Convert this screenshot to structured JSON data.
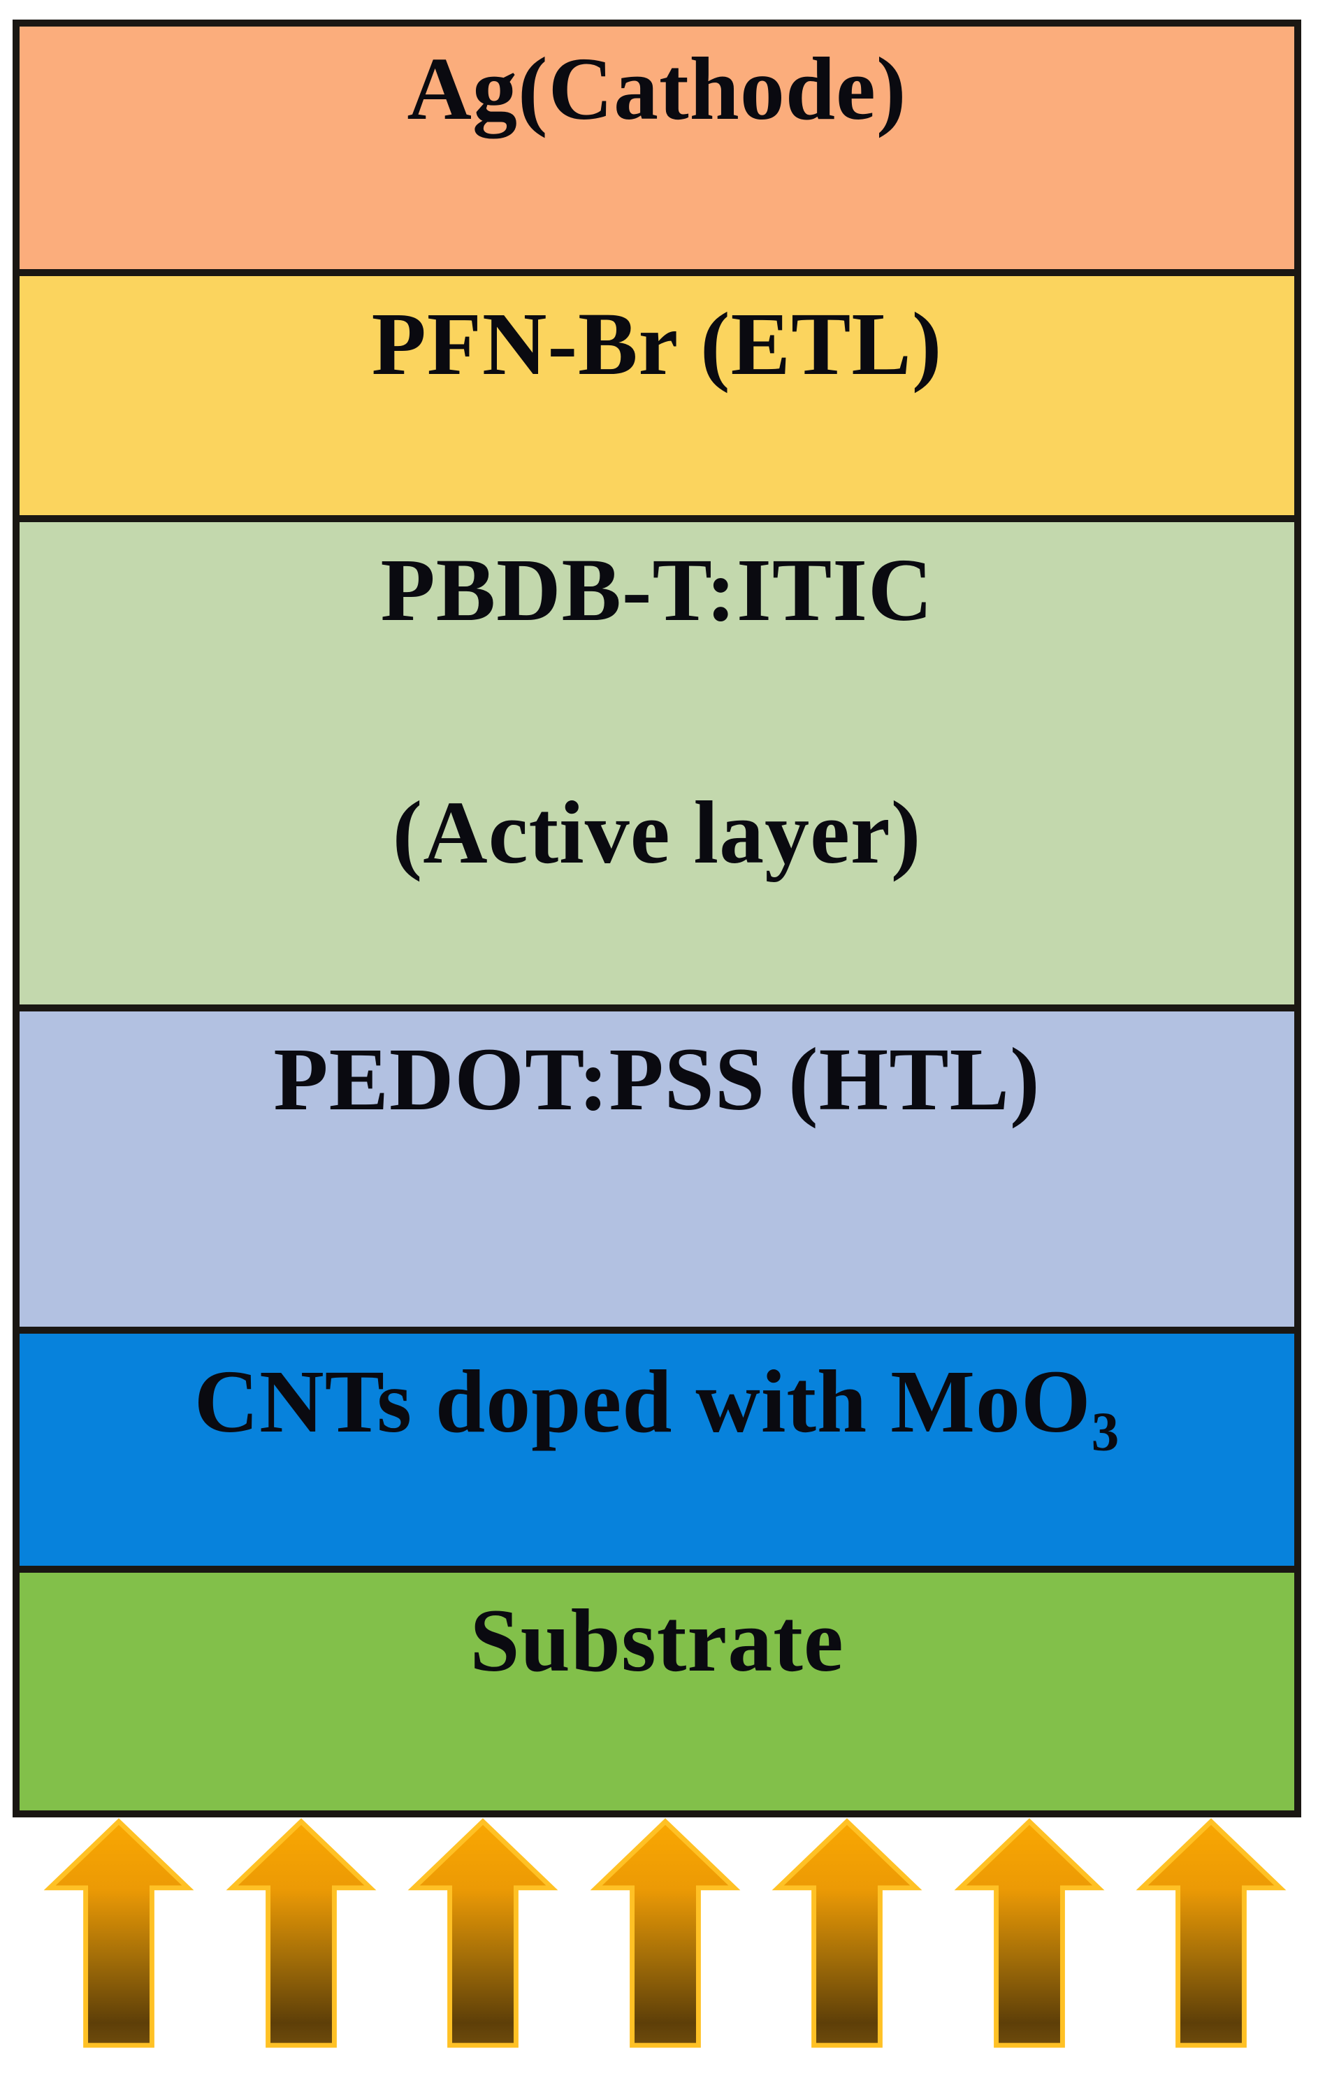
{
  "diagram": {
    "title_semantics": "organic solar cell device layer stack",
    "border_color": "#1a1713",
    "text_color": "#0a0a10",
    "layers": [
      {
        "name": "silver-cathode",
        "label": "Ag(Cathode)",
        "color": "#FBAD7C"
      },
      {
        "name": "pfn-br-etl",
        "label": "PFN-Br (ETL)",
        "color": "#FBD45E"
      },
      {
        "name": "active-layer",
        "label": "PBDB-T:ITIC",
        "label2": "(Active layer)",
        "color": "#C3D8AD"
      },
      {
        "name": "pedot-pss-htl",
        "label": "PEDOT:PSS (HTL)",
        "color": "#B2C1E1"
      },
      {
        "name": "cnt-moo3-layer",
        "label": "CNTs doped with MoO",
        "label_sub": "3",
        "color": "#0782DC"
      },
      {
        "name": "substrate",
        "label": "Substrate",
        "color": "#82C04A"
      }
    ],
    "light_arrows": {
      "count": 7,
      "direction": "up",
      "gradient_top": "#F9A702",
      "gradient_upper_mid": "#EC9A05",
      "gradient_mid": "#A06C08",
      "gradient_bottom": "#5E3F08",
      "gradient_tail": "#6E4B0C",
      "outline": "#FFC125"
    }
  }
}
